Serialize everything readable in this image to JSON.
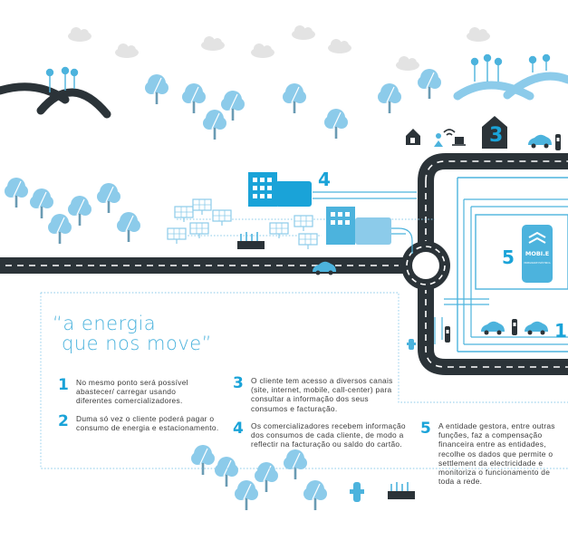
{
  "quote": {
    "line1": "“a energia",
    "line2": "que nos move”"
  },
  "steps": [
    {
      "number": "1",
      "text": "No mesmo ponto será possível abastecer/ carregar usando diferentes comercializadores."
    },
    {
      "number": "2",
      "text": "Duma só vez o cliente poderá pagar o consumo de energia e estacionamento."
    },
    {
      "number": "3",
      "text": "O cliente tem acesso a diversos canais (site, internet, mobile, call-center) para consultar a informação dos seus consumos e facturação."
    },
    {
      "number": "4",
      "text": "Os comercializadores recebem informação dos consumos de cada cliente, de modo a reflectir na facturação ou saldo do cartão."
    },
    {
      "number": "5",
      "text": "A entidade gestora, entre outras funções, faz a compensação financeira entre as entidades, recolhe os dados que permite o settlement da electricidade e monitoriza o funcionamento de toda a rede."
    }
  ],
  "map_labels": {
    "n3": "3",
    "n4": "4",
    "n5": "5",
    "n1": "1"
  },
  "mobie_logo": {
    "brand": "MOBI.E",
    "sub": "MOBILIDADE ELÉCTRICA"
  },
  "colors": {
    "accent": "#1aa3d8",
    "light_blue": "#8ccbea",
    "road": "#2b3338",
    "grey": "#dddddd"
  }
}
